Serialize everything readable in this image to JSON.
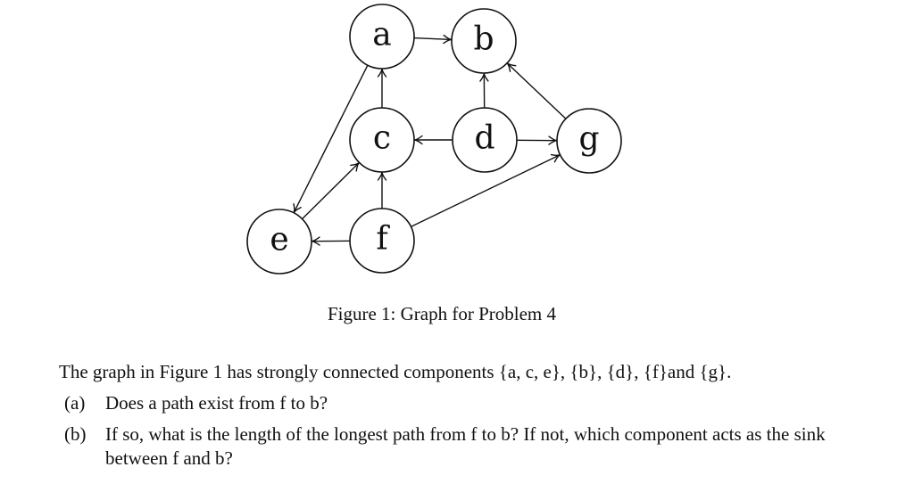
{
  "figure": {
    "nodes": [
      {
        "id": "a",
        "label": "a",
        "cx": 0,
        "cy": 0
      },
      {
        "id": "b",
        "label": "b"
      },
      {
        "id": "c",
        "label": "c"
      },
      {
        "id": "d",
        "label": "d"
      },
      {
        "id": "g",
        "label": "g"
      },
      {
        "id": "e",
        "label": "e"
      },
      {
        "id": "f",
        "label": "f"
      }
    ],
    "edges": [
      {
        "from": "a",
        "to": "b"
      },
      {
        "from": "a",
        "to": "e"
      },
      {
        "from": "c",
        "to": "a"
      },
      {
        "from": "d",
        "to": "c"
      },
      {
        "from": "d",
        "to": "b"
      },
      {
        "from": "d",
        "to": "g"
      },
      {
        "from": "g",
        "to": "b"
      },
      {
        "from": "e",
        "to": "c"
      },
      {
        "from": "f",
        "to": "c"
      },
      {
        "from": "f",
        "to": "e"
      },
      {
        "from": "f",
        "to": "g"
      }
    ],
    "caption": "Figure 1: Graph for Problem 4"
  },
  "problem": {
    "intro": "The graph in Figure 1 has strongly connected components {a, c, e}, {b}, {d}, {f}and {g}.",
    "questions": [
      {
        "label": "(a)",
        "text": "Does a path exist from f to b?"
      },
      {
        "label": "(b)",
        "text": "If so, what is the length of the longest path from f to b? If not, which component acts as the sink between f and b?"
      }
    ]
  }
}
